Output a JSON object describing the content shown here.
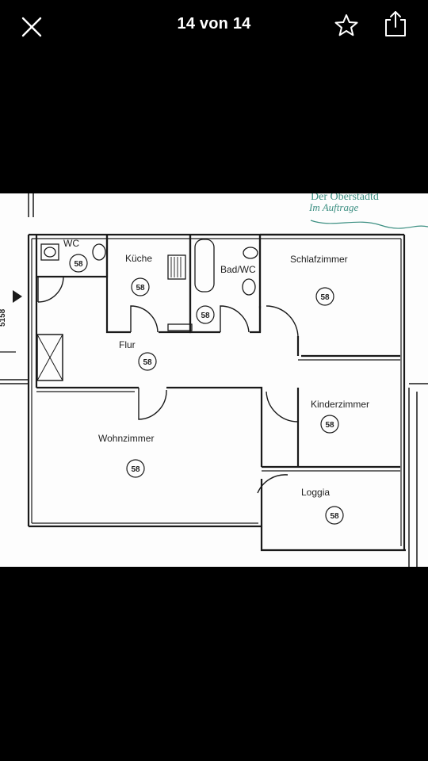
{
  "viewer": {
    "counter": "14 von 14",
    "icons": {
      "close": "close-icon",
      "favorite": "star-outline-icon",
      "share": "share-icon"
    }
  },
  "floorplan": {
    "stamp_line1": "Der Oberstadtd",
    "stamp_line2": "Im Auftrage",
    "rooms": {
      "wc": "WC",
      "kueche": "Küche",
      "bad": "Bad/WC",
      "schlafzimmer": "Schlafzimmer",
      "flur": "Flur",
      "kinderzimmer": "Kinderzimmer",
      "wohnzimmer": "Wohnzimmer",
      "loggia": "Loggia"
    },
    "unit_mark": "58",
    "entry_mark": "5158"
  }
}
